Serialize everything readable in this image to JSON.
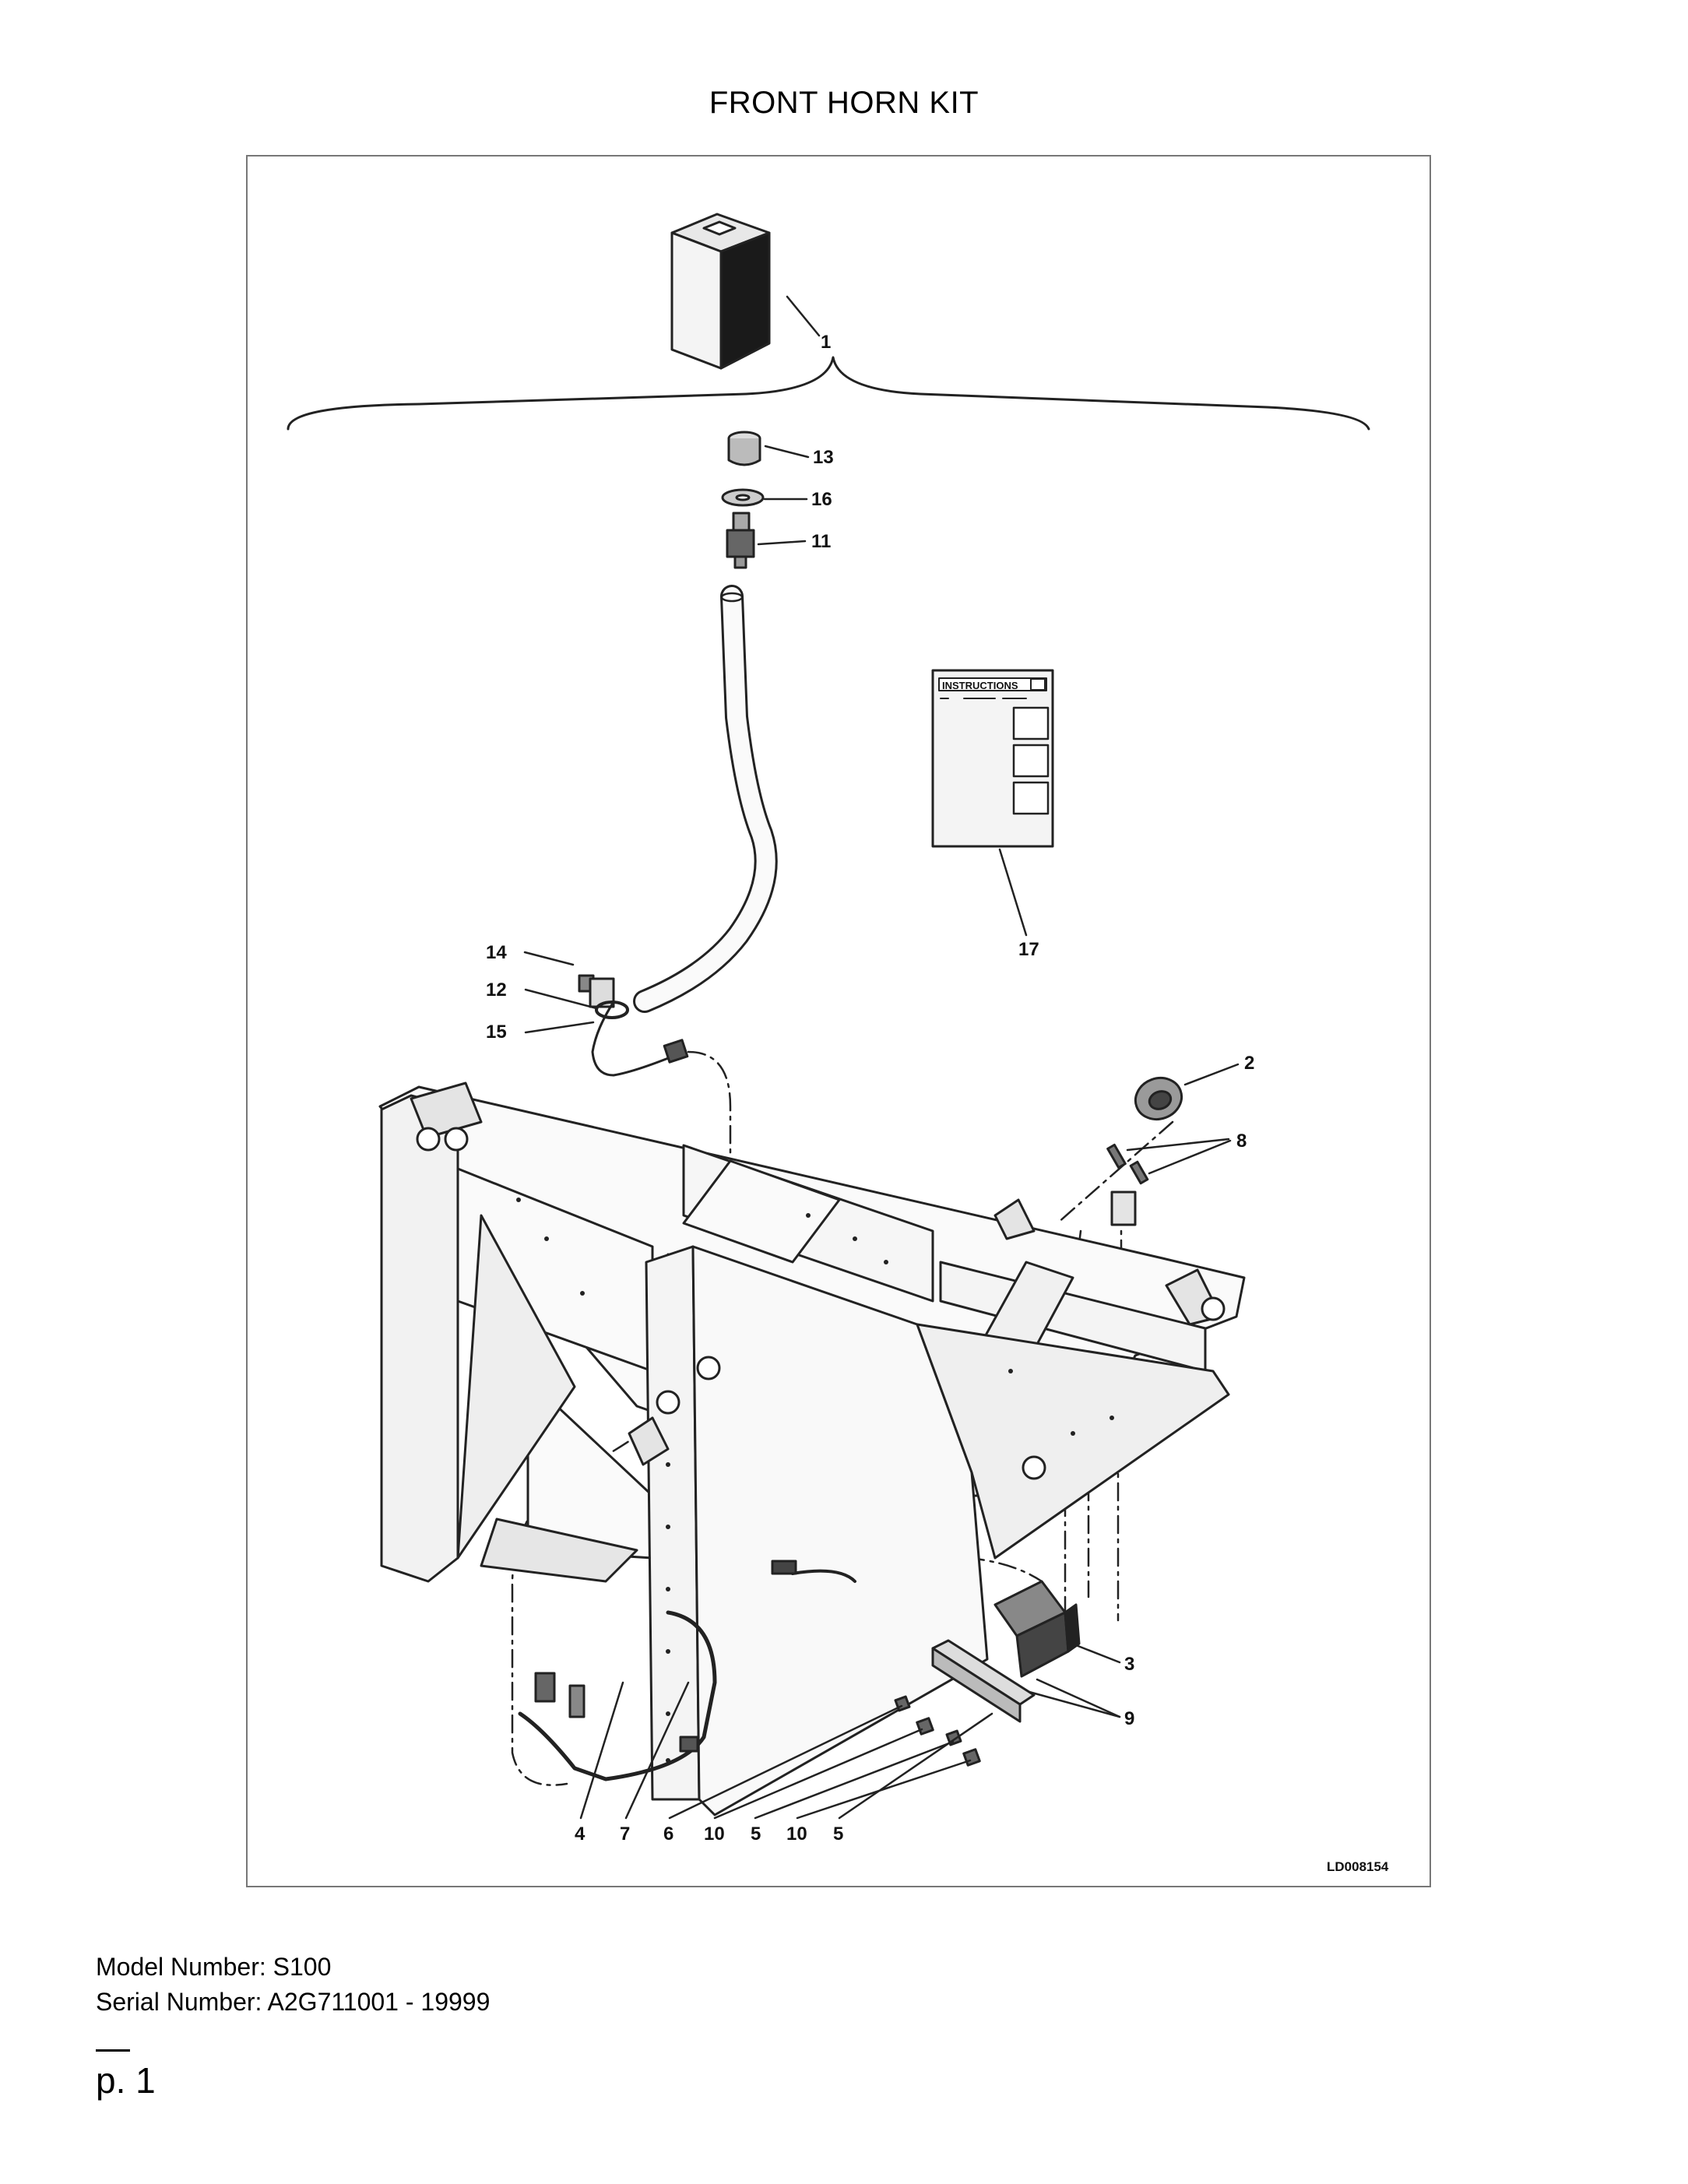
{
  "title": "FRONT HORN KIT",
  "diagram": {
    "callouts": [
      "1",
      "13",
      "16",
      "11",
      "17",
      "14",
      "12",
      "15",
      "2",
      "8",
      "3",
      "9",
      "4",
      "7",
      "6",
      "10",
      "5",
      "10",
      "5"
    ],
    "figure_id": "LD008154",
    "decal_heading": "INSTRUCTIONS"
  },
  "footer": {
    "model": "Model Number: S100",
    "serial": "Serial Number: A2G711001 - 19999",
    "page": "p. 1"
  }
}
